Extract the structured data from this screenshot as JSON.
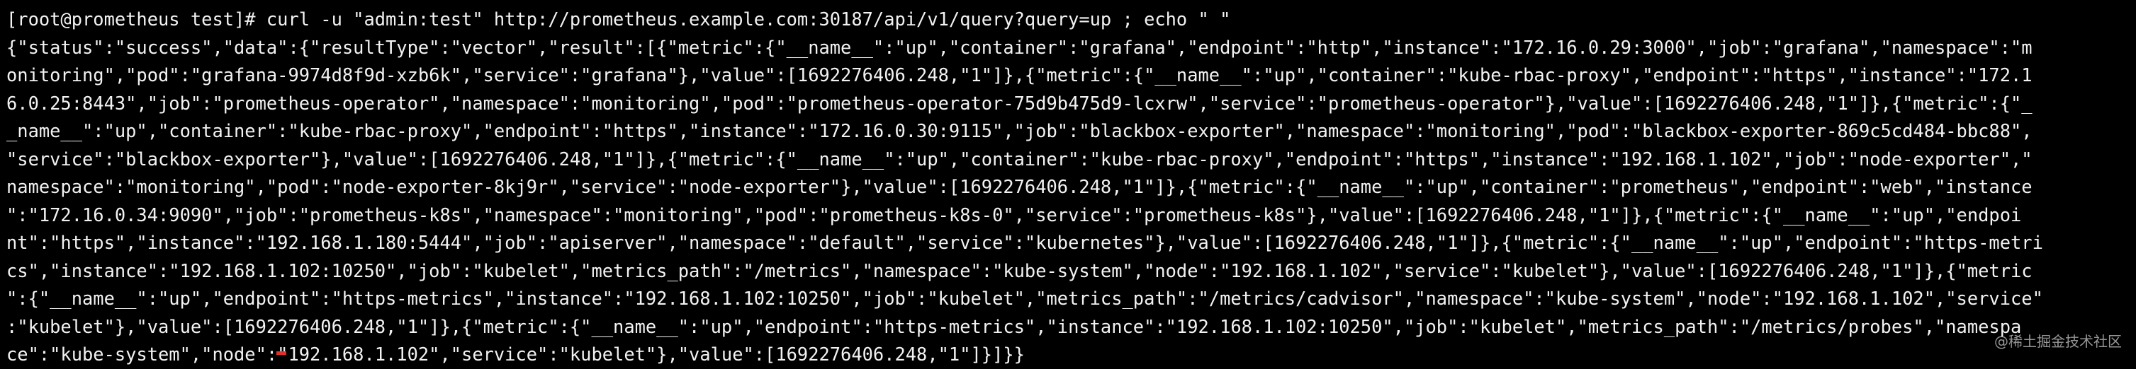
{
  "terminal": {
    "prompt": "[root@prometheus test]# ",
    "command": "curl -u \"admin:test\" http://prometheus.example.com:30187/api/v1/query?query=up ; echo \" \"",
    "output_lines": [
      "{\"status\":\"success\",\"data\":{\"resultType\":\"vector\",\"result\":[{\"metric\":{\"__name__\":\"up\",\"container\":\"grafana\",\"endpoint\":\"http\",\"instance\":\"172.16.0.29:3000\",\"job\":\"grafana\",\"namespace\":\"m",
      "onitoring\",\"pod\":\"grafana-9974d8f9d-xzb6k\",\"service\":\"grafana\"},\"value\":[1692276406.248,\"1\"]},{\"metric\":{\"__name__\":\"up\",\"container\":\"kube-rbac-proxy\",\"endpoint\":\"https\",\"instance\":\"172.1",
      "6.0.25:8443\",\"job\":\"prometheus-operator\",\"namespace\":\"monitoring\",\"pod\":\"prometheus-operator-75d9b475d9-lcxrw\",\"service\":\"prometheus-operator\"},\"value\":[1692276406.248,\"1\"]},{\"metric\":{\"_",
      "_name__\":\"up\",\"container\":\"kube-rbac-proxy\",\"endpoint\":\"https\",\"instance\":\"172.16.0.30:9115\",\"job\":\"blackbox-exporter\",\"namespace\":\"monitoring\",\"pod\":\"blackbox-exporter-869c5cd484-bbc88\",",
      "\"service\":\"blackbox-exporter\"},\"value\":[1692276406.248,\"1\"]},{\"metric\":{\"__name__\":\"up\",\"container\":\"kube-rbac-proxy\",\"endpoint\":\"https\",\"instance\":\"192.168.1.102\",\"job\":\"node-exporter\",\"",
      "namespace\":\"monitoring\",\"pod\":\"node-exporter-8kj9r\",\"service\":\"node-exporter\"},\"value\":[1692276406.248,\"1\"]},{\"metric\":{\"__name__\":\"up\",\"container\":\"prometheus\",\"endpoint\":\"web\",\"instance",
      "\":\"172.16.0.34:9090\",\"job\":\"prometheus-k8s\",\"namespace\":\"monitoring\",\"pod\":\"prometheus-k8s-0\",\"service\":\"prometheus-k8s\"},\"value\":[1692276406.248,\"1\"]},{\"metric\":{\"__name__\":\"up\",\"endpoi",
      "nt\":\"https\",\"instance\":\"192.168.1.180:5444\",\"job\":\"apiserver\",\"namespace\":\"default\",\"service\":\"kubernetes\"},\"value\":[1692276406.248,\"1\"]},{\"metric\":{\"__name__\":\"up\",\"endpoint\":\"https-metri",
      "cs\",\"instance\":\"192.168.1.102:10250\",\"job\":\"kubelet\",\"metrics_path\":\"/metrics\",\"namespace\":\"kube-system\",\"node\":\"192.168.1.102\",\"service\":\"kubelet\"},\"value\":[1692276406.248,\"1\"]},{\"metric",
      "\":{\"__name__\":\"up\",\"endpoint\":\"https-metrics\",\"instance\":\"192.168.1.102:10250\",\"job\":\"kubelet\",\"metrics_path\":\"/metrics/cadvisor\",\"namespace\":\"kube-system\",\"node\":\"192.168.1.102\",\"service\"",
      ":\"kubelet\"},\"value\":[1692276406.248,\"1\"]},{\"metric\":{\"__name__\":\"up\",\"endpoint\":\"https-metrics\",\"instance\":\"192.168.1.102:10250\",\"job\":\"kubelet\",\"metrics_path\":\"/metrics/probes\",\"namespa",
      "ce\":\"kube-system\",\"node\":\"192.168.1.102\",\"service\":\"kubelet\"},\"value\":[1692276406.248,\"1\"]}]}}"
    ]
  },
  "watermark": "@稀土掘金技术社区",
  "colors": {
    "background": "#000000",
    "text": "#f2f2f2",
    "cursor": "#e0302b"
  }
}
